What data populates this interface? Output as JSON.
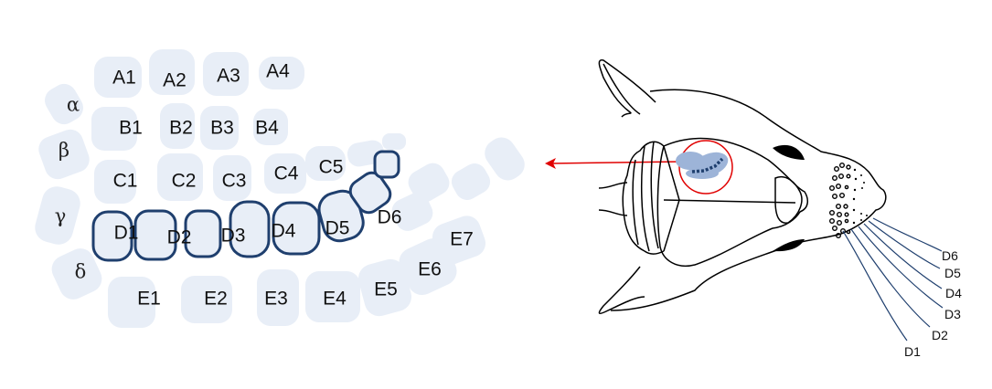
{
  "barrel_map": {
    "rows": {
      "A": [
        "A1",
        "A2",
        "A3",
        "A4"
      ],
      "B": [
        "B1",
        "B2",
        "B3",
        "B4"
      ],
      "C": [
        "C1",
        "C2",
        "C3",
        "C4",
        "C5"
      ],
      "D": [
        "D1",
        "D2",
        "D3",
        "D4",
        "D5",
        "D6"
      ],
      "E": [
        "E1",
        "E2",
        "E3",
        "E4",
        "E5",
        "E6",
        "E7"
      ]
    },
    "straddlers": [
      "α",
      "β",
      "γ",
      "δ"
    ],
    "highlight_row": "D",
    "colors": {
      "barrel_fill": "#e8eef7",
      "highlight_stroke": "#1f3f6e",
      "arrow": "#e00000"
    }
  },
  "whisker_labels": [
    "D1",
    "D2",
    "D3",
    "D4",
    "D5",
    "D6"
  ]
}
